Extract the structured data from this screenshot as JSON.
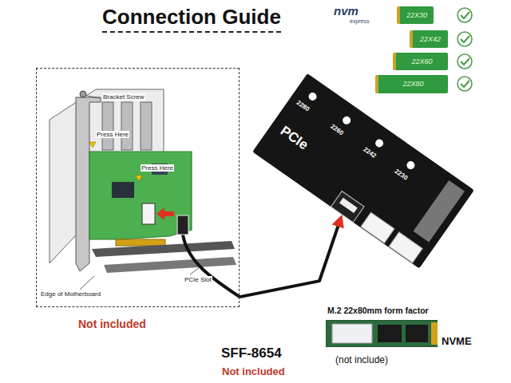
{
  "diagram": {
    "title": "Connection Guide",
    "nodes": [
      {
        "text": [
          "22X30"
        ]
      },
      {
        "text": [
          "22X42"
        ]
      },
      {
        "text": [
          "22X60"
        ]
      },
      {
        "text": [
          "22X80"
        ]
      },
      {
        "text": [
          "Not included"
        ]
      },
      {
        "text": [
          "PCIe",
          "2280",
          "2260",
          "2242",
          "2230"
        ]
      },
      {
        "text": [
          "M.2 22x80mm form factor",
          "NVME",
          "(not include)"
        ]
      }
    ],
    "edges": [
      {
        "from": 4,
        "to": 5,
        "arrow": "to",
        "label": "SFF-8654"
      }
    ],
    "labels": [
      "nvm",
      "express",
      "Bracket Screw",
      "Press Here",
      "Press Here",
      "PCIe Slot",
      "Edge of Motherboard",
      "Not included"
    ]
  }
}
